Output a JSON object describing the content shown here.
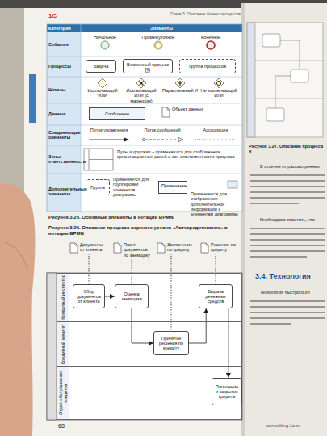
{
  "diagram": {
    "nodes": [
      {
        "text": [
          "Начальное"
        ]
      },
      {
        "text": [
          "Промежуточное"
        ]
      },
      {
        "text": [
          "Конечное"
        ]
      },
      {
        "text": [
          "Задача"
        ]
      },
      {
        "text": [
          "Вложенный процесс"
        ]
      },
      {
        "text": [
          "Группа процессов"
        ]
      },
      {
        "text": [
          "Исключающий ИЛИ"
        ]
      },
      {
        "text": [
          "Исключающий ИЛИ (с маркером)"
        ]
      },
      {
        "text": [
          "Параллельный И"
        ]
      },
      {
        "text": [
          "Не исключающий ИЛИ"
        ]
      },
      {
        "text": [
          "Сообщение"
        ]
      },
      {
        "text": [
          "Объект данных"
        ]
      },
      {
        "text": [
          "Группа"
        ]
      },
      {
        "text": [
          "Примечание"
        ]
      },
      {
        "text": [
          "Кредитный инспектор"
        ]
      },
      {
        "text": [
          "Кредитный комитет"
        ]
      },
      {
        "text": [
          "Отдел обслуживания кредитов"
        ]
      },
      {
        "text": [
          "Документы от клиента"
        ]
      },
      {
        "text": [
          "Пакет документов по заемщику"
        ]
      },
      {
        "text": [
          "Заключение по кредиту"
        ]
      },
      {
        "text": [
          "Решение по кредиту"
        ]
      },
      {
        "text": [
          "Сбор документов от клиента"
        ],
        "in": 14
      },
      {
        "text": [
          "Оценка заемщика"
        ],
        "in": 14
      },
      {
        "text": [
          "Принятие решения по кредиту"
        ],
        "in": 15
      },
      {
        "text": [
          "Выдача денежных средств"
        ],
        "in": 14
      },
      {
        "text": [
          "Погашение и закрытие кредита"
        ],
        "in": 16
      }
    ],
    "edges": [
      {
        "from": 21,
        "to": 22,
        "arrow": "to"
      },
      {
        "from": 22,
        "to": 23,
        "arrow": "to"
      },
      {
        "from": 23,
        "to": 24,
        "arrow": "to"
      },
      {
        "from": 24,
        "to": 25,
        "arrow": "to"
      },
      {
        "from": 17,
        "to": 21,
        "arrow": "none"
      },
      {
        "from": 18,
        "to": 22,
        "arrow": "none"
      },
      {
        "from": 19,
        "to": 23,
        "arrow": "none"
      },
      {
        "from": 20,
        "to": 24,
        "arrow": "none"
      }
    ],
    "labels": [
      "Глава 3. Описание бизнес-процессов",
      "1С",
      "Категория",
      "Элементы",
      "События",
      "Процессы",
      "Шлюзы",
      "Данные",
      "Соединяющие элементы",
      "Зоны ответственности",
      "Дополнительные элементы",
      "Поток управления",
      "Поток сообщений",
      "Ассоциация",
      "Пулы и дорожки – применяются для отображения организационных ролей и зон ответственности процесса",
      "Применяется для группировки элементов диаграммы",
      "Применяется для отображения дополнительной информации к элементам диаграммы",
      "Рисунок 3.25. Основные элементы в нотации BPMN",
      "Рисунок 3.26. Описание процесса верхнего уровня «Автокредитование» в нотации BPMN",
      "68",
      "Рисунок 3.27. Описание процесса н",
      "В отличие от рассмотренных",
      "Необходимо отметить, что",
      "3.4. Технология",
      "Технология быстрого оп",
      "consulting.1c.ru"
    ]
  }
}
